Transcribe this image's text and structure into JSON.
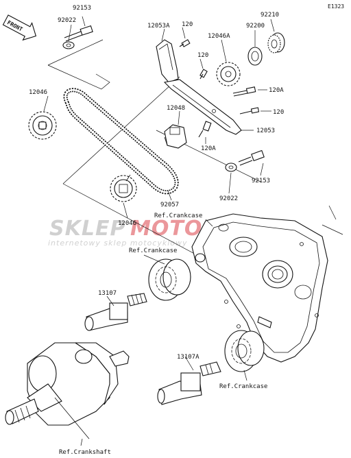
{
  "diagram": {
    "id": "E1323",
    "front_tag": "FRONT",
    "watermark": {
      "brand_left": "SKLEP",
      "brand_right": "MOTO.PL",
      "tagline": "internetowy sklep motocyklowy",
      "color_left": "#c8c8c8",
      "color_right": "#e8868a"
    },
    "labels": {
      "p92153_top": "92153",
      "p92022_top": "92022",
      "p12053A": "12053A",
      "p120_a": "120",
      "p92210": "92210",
      "p92200": "92200",
      "p12046A": "12046A",
      "p120_b": "120",
      "p12046_top": "12046",
      "p120A_a": "120A",
      "p12048": "12048",
      "p120_c": "120",
      "p12053": "12053",
      "p120A_b": "120A",
      "p92153_mid": "92153",
      "p92057": "92057",
      "p92022_mid": "92022",
      "p12046_bot": "12046",
      "p13107": "13107",
      "p13107A": "13107A"
    },
    "refs": {
      "crankcase_1": "Ref.Crankcase",
      "crankcase_2": "Ref.Crankcase",
      "crankcase_3": "Ref.Crankcase",
      "crankshaft": "Ref.Crankshaft"
    }
  }
}
